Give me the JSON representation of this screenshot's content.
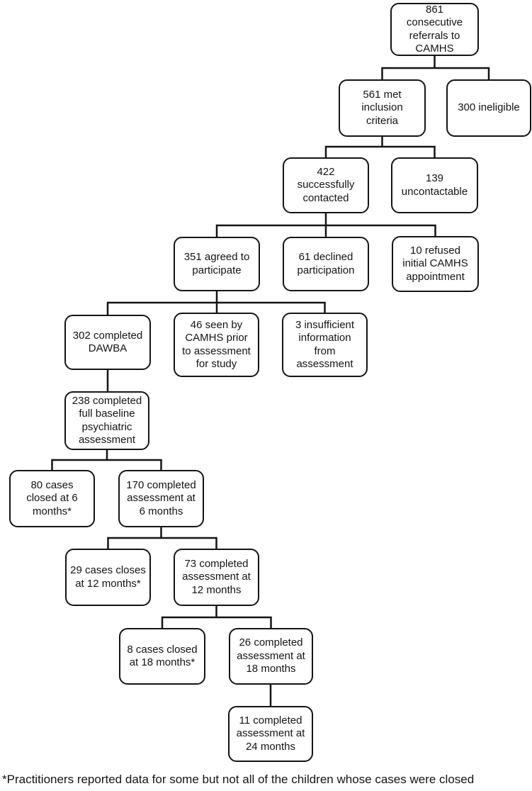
{
  "diagram": {
    "type": "flowchart",
    "line_color": "#141414",
    "box_background": "#ffffff",
    "nodes": [
      {
        "id": "861",
        "label": "861\nconsecutive\nreferrals to\nCAMHS"
      },
      {
        "id": "561",
        "label": "561 met\ninclusion\ncriteria"
      },
      {
        "id": "300",
        "label": "300 ineligible"
      },
      {
        "id": "422",
        "label": "422\nsuccessfully\ncontacted"
      },
      {
        "id": "139",
        "label": "139\nuncontactable"
      },
      {
        "id": "351",
        "label": "351 agreed to\nparticipate"
      },
      {
        "id": "61",
        "label": "61 declined\nparticipation"
      },
      {
        "id": "10",
        "label": "10 refused\ninitial CAMHS\nappointment"
      },
      {
        "id": "302",
        "label": "302 completed\nDAWBA"
      },
      {
        "id": "46",
        "label": "46 seen by\nCAMHS prior\nto assessment\nfor study"
      },
      {
        "id": "3",
        "label": "3 insufficient\ninformation\nfrom\nassessment"
      },
      {
        "id": "238",
        "label": "238 completed\nfull baseline\npsychiatric\nassessment"
      },
      {
        "id": "80",
        "label": "80 cases\nclosed at 6\nmonths*"
      },
      {
        "id": "170",
        "label": "170 completed\nassessment at\n6 months"
      },
      {
        "id": "29",
        "label": "29 cases closes\nat 12 months*"
      },
      {
        "id": "73",
        "label": "73 completed\nassessment at\n12 months"
      },
      {
        "id": "8",
        "label": "8 cases closed\nat 18 months*"
      },
      {
        "id": "26",
        "label": "26 completed\nassessment at\n18 months"
      },
      {
        "id": "11",
        "label": "11 completed\nassessment at\n24 months"
      }
    ],
    "edges": [
      [
        "861",
        "561"
      ],
      [
        "861",
        "300"
      ],
      [
        "561",
        "422"
      ],
      [
        "561",
        "139"
      ],
      [
        "422",
        "351"
      ],
      [
        "422",
        "61"
      ],
      [
        "422",
        "10"
      ],
      [
        "351",
        "302"
      ],
      [
        "351",
        "46"
      ],
      [
        "351",
        "3"
      ],
      [
        "302",
        "238"
      ],
      [
        "238",
        "80"
      ],
      [
        "238",
        "170"
      ],
      [
        "170",
        "29"
      ],
      [
        "170",
        "73"
      ],
      [
        "73",
        "8"
      ],
      [
        "73",
        "26"
      ],
      [
        "26",
        "11"
      ]
    ],
    "footnote": "*Practitioners reported data for some but not all of the children whose cases were closed"
  }
}
